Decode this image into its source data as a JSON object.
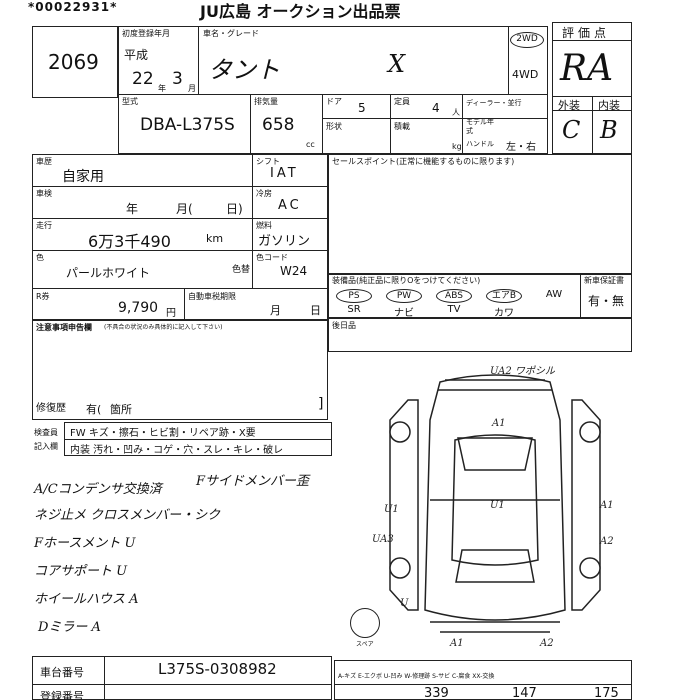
{
  "header": {
    "serial": "*00022931*",
    "title": "JU広島 オークション出品票"
  },
  "lot_number": "2069",
  "first_registration": {
    "label": "初度登録年月",
    "era": "平成",
    "year": "22",
    "month": "3"
  },
  "car_name": {
    "label": "車名・グレード",
    "name": "タント",
    "grade": "X"
  },
  "drive": {
    "two_wd": "2WD",
    "four_wd": "4WD"
  },
  "grade_eval": {
    "label": "評価点",
    "score": "RA",
    "exterior_label": "外装",
    "interior_label": "内装",
    "exterior": "C",
    "interior": "B"
  },
  "model": {
    "label": "型式",
    "value": "DBA-L375S"
  },
  "displacement": {
    "label": "排気量",
    "value": "658",
    "unit": "cc"
  },
  "doors": {
    "label": "ドア",
    "value": "5"
  },
  "capacity": {
    "label": "定員",
    "value": "4",
    "unit": "人"
  },
  "dealer_label": "ディーラー・並行",
  "shape_label": "形状",
  "load_label": "積載",
  "load_unit": "kg",
  "model_year_label": "モデル年式",
  "steering": {
    "label": "ハンドル",
    "value": "左・右"
  },
  "history": {
    "label": "車歴",
    "value": "自家用"
  },
  "inspection": {
    "label": "車検",
    "year_unit": "年",
    "month_unit": "月(",
    "day_unit": "日)"
  },
  "mileage": {
    "label": "走行",
    "value": "6万3千490",
    "unit": "km"
  },
  "color": {
    "label": "色",
    "value": "パールホワイト",
    "number_label": "色替"
  },
  "recycle": {
    "label": "R券",
    "value": "9,790",
    "unit": "円"
  },
  "tax": {
    "label": "自動車税期限",
    "unit": "月",
    "day_unit": "日"
  },
  "shift": {
    "label": "シフト",
    "value": "IAT"
  },
  "aircon": {
    "label": "冷房",
    "value": "AC"
  },
  "fuel": {
    "label": "燃料",
    "value": "ガソリン"
  },
  "color_code": {
    "label": "色コード",
    "value": "W24"
  },
  "sales_point_label": "セールスポイント(正常に機能するものに限ります)",
  "equipment": {
    "label": "装備品(純正品に限りOをつけてください)",
    "row1": [
      "PS",
      "PW",
      "ABS",
      "エアB",
      "AW"
    ],
    "row2": [
      "SR",
      "ナビ",
      "TV",
      "カワ",
      ""
    ]
  },
  "new_car_warranty": {
    "label": "新車保証書",
    "value": "有・無"
  },
  "notes_label": "注意事項申告欄",
  "notes_sub": "(不具合の状況のみ具体的に記入して下さい)",
  "repair_label": "後日品",
  "repair_history": {
    "label": "修復歴",
    "value": "有(",
    "unit": "箇所"
  },
  "inspector_legend": {
    "label1": "検査員",
    "label2": "記入欄",
    "row1": "FW キズ・擦石・ヒビ割・リペア跡・X要",
    "row2": "内装 汚れ・凹み・コゲ・穴・スレ・キレ・破レ"
  },
  "handwritten_notes": [
    "A/Cコンデンサ交換済",
    "ネジ止メ クロスメンバー・シク",
    "Fホースメント U",
    "コアサポート U",
    "ホイールハウス A",
    "Dミラー A"
  ],
  "side_note": "Fサイドメンバー歪",
  "diagram_marks": [
    "UA2 ワポシル",
    "A1",
    "U1",
    "U1",
    "A1",
    "UA3",
    "A2",
    "U",
    "A1",
    "A2"
  ],
  "spare_label": "スペア",
  "chassis": {
    "label": "車台番号",
    "value": "L375S-0308982"
  },
  "reg_label": "登録番号",
  "dimensions": {
    "length": "339",
    "width": "147",
    "height": "175"
  },
  "bottom_codes": "A-キズ E-エクボ U-凹み W-修理跡 S-サビ C-腐食 XX-交換"
}
